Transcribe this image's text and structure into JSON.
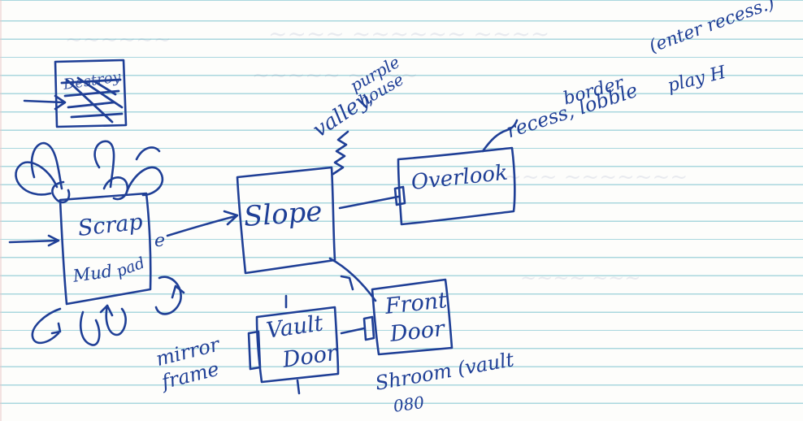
{
  "nodes": [
    {
      "id": "scrap",
      "label_line1": "Scrap",
      "label_line2": "Mud",
      "label_line3": "pad"
    },
    {
      "id": "slope",
      "label": "Slope"
    },
    {
      "id": "overlook",
      "label": "Overlook"
    },
    {
      "id": "vault_door",
      "label_line1": "Vault",
      "label_line2": "Door"
    },
    {
      "id": "front_door",
      "label_line1": "Front",
      "label_line2": "Door"
    },
    {
      "id": "destroyed_box",
      "label": "Destroy"
    }
  ],
  "annotations": {
    "purple_house": "purple house",
    "valley": "valley,",
    "recess_lobble": "recess, lobble",
    "border": "border",
    "enter_recess": "(enter recess.)",
    "play_h": "play H",
    "mirror_frame": "mirror frame",
    "shrooms": "Shroom (vault",
    "code": "080",
    "scrap_exit": "e"
  },
  "ink_color": "#1f3f96",
  "paper_line_color": "#a9d7de"
}
